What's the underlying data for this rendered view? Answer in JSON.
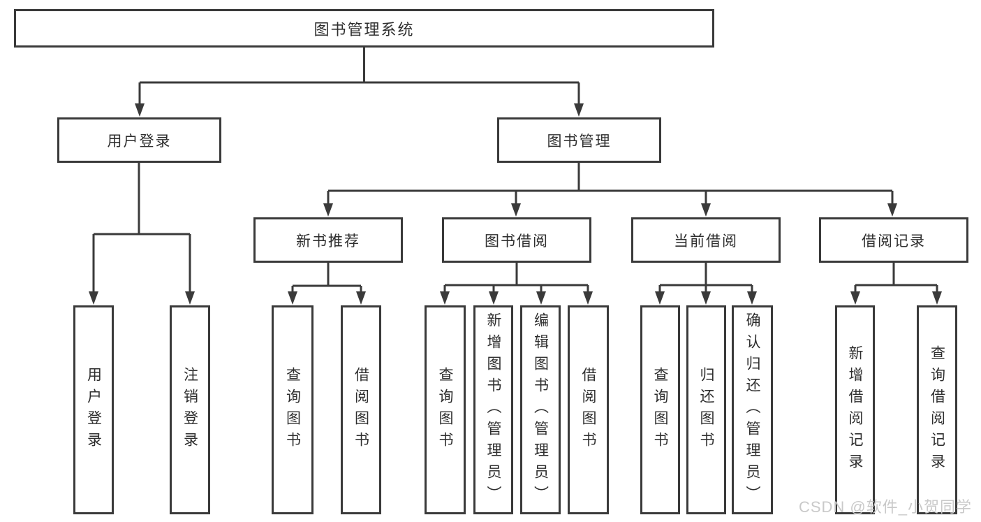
{
  "nodes": {
    "root": "图书管理系统",
    "login": "用户登录",
    "mgmt": "图书管理",
    "rec": "新书推荐",
    "borrow": "图书借阅",
    "current": "当前借阅",
    "records": "借阅记录",
    "login_user": "用户登录",
    "login_logout": "注销登录",
    "rec_query": "查询图书",
    "rec_borrow": "借阅图书",
    "borrow_query": "查询图书",
    "borrow_add": "新增图书（管理员）",
    "borrow_edit": "编辑图书（管理员）",
    "borrow_borrow": "借阅图书",
    "current_query": "查询图书",
    "current_return": "归还图书",
    "current_confirm": "确认归还（管理员）",
    "records_add": "新增借阅记录",
    "records_query": "查询借阅记录"
  },
  "watermark": "CSDN @软件_小贺同学",
  "colors": {
    "line": "#3a3a3a",
    "text": "#2e2e2e",
    "watermark": "#c9c9c9",
    "background": "#ffffff"
  }
}
